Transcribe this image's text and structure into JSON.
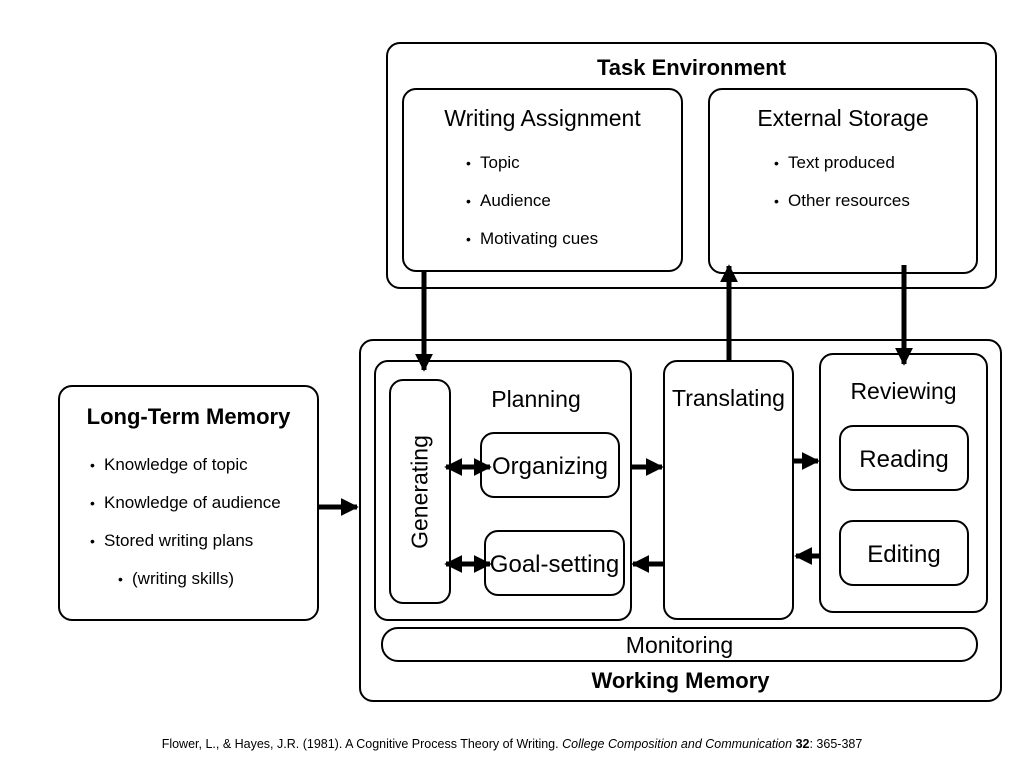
{
  "task_environment": {
    "title": "Task Environment",
    "writing_assignment": {
      "title": "Writing Assignment",
      "items": [
        "Topic",
        "Audience",
        "Motivating cues"
      ]
    },
    "external_storage": {
      "title": "External Storage",
      "items": [
        "Text produced",
        "Other resources"
      ]
    }
  },
  "long_term_memory": {
    "title": "Long-Term Memory",
    "items": [
      "Knowledge of topic",
      "Knowledge of audience",
      "Stored writing plans"
    ],
    "subitems": [
      "(writing skills)"
    ]
  },
  "working_memory": {
    "title": "Working Memory",
    "planning": {
      "title": "Planning",
      "generating": "Generating",
      "organizing": "Organizing",
      "goal_setting": "Goal-setting"
    },
    "translating": "Translating",
    "reviewing": {
      "title": "Reviewing",
      "reading": "Reading",
      "editing": "Editing"
    },
    "monitoring": "Monitoring"
  },
  "citation": {
    "authors": "Flower, L., & Hayes, J.R. (1981). A Cognitive Process Theory of Writing.",
    "journal": "College Composition and Communication",
    "volume": "32",
    "pages": ": 365-387"
  }
}
